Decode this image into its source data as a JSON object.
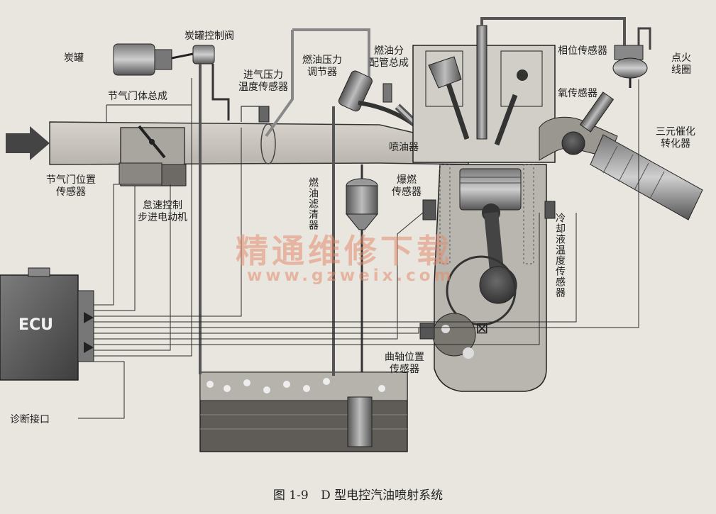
{
  "figure": {
    "labels": {
      "canister": "炭罐",
      "canister_valve": "炭罐控制阀",
      "throttle_body": "节气门体总成",
      "intake_temp_sensor": "进气压力\n温度传感器",
      "fuel_pressure_regulator": "燃油压力\n调节器",
      "fuel_rail": "燃油分\n配管总成",
      "cam_position_sensor": "相位传感器",
      "ignition_coil": "点火\n线圈",
      "oxygen_sensor": "氧传感器",
      "catalytic_converter": "三元催化\n转化器",
      "throttle_position_sensor": "节气门位置\n传感器",
      "idle_stepper_motor": "怠速控制\n步进电动机",
      "fuel_injector": "喷油器",
      "fuel_filter": "燃油滤清器",
      "knock_sensor": "爆燃\n传感器",
      "coolant_temp_sensor": "冷却液温度传感器",
      "ecu": "ECU",
      "diagnostic_port": "诊断接口",
      "crank_position_sensor": "曲轴位置\n传感器"
    },
    "watermark": {
      "text": "精通维修下载",
      "url": "www.gzweix.com"
    },
    "caption": {
      "number": "图 1-9",
      "title": "D 型电控汽油喷射系统"
    },
    "colors": {
      "background": "#e9e6e0",
      "ink": "#1c1c1c",
      "metal_dark": "#4a4a4a",
      "metal_mid": "#8c8c8c",
      "metal_light": "#cfcfcf",
      "watermark": "#e28c6e"
    }
  }
}
